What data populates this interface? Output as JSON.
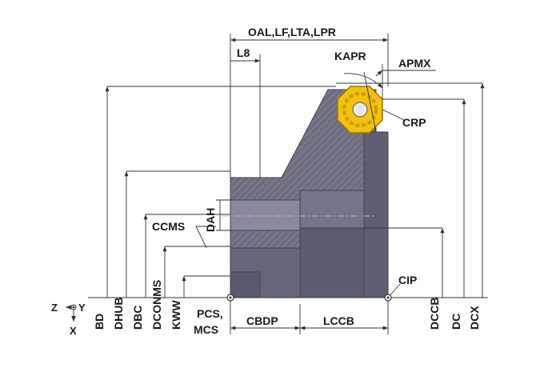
{
  "labels": {
    "oal": "OAL,LF,LTA,LPR",
    "l8": "L8",
    "kapr": "KAPR",
    "apmx": "APMX",
    "crp": "CRP",
    "ccms": "CCMS",
    "dah": "DAH",
    "cip": "CIP",
    "pcs": "PCS,",
    "mcs": "MCS",
    "cbdp": "CBDP",
    "lccb": "LCCB",
    "bd": "BD",
    "dhub": "DHUB",
    "dbc": "DBC",
    "dconms": "DCONMS",
    "kww": "KWW",
    "dccb": "DCCB",
    "dc": "DC",
    "dcx": "DCX",
    "axis_z": "Z",
    "axis_y": "Y",
    "axis_x": "X"
  },
  "colors": {
    "body": "#6e6e80",
    "body_dark": "#55556a",
    "bore": "#8a8a9c",
    "insert": "#f3c10f",
    "insert_edge": "#b08a00",
    "line": "#333333"
  }
}
